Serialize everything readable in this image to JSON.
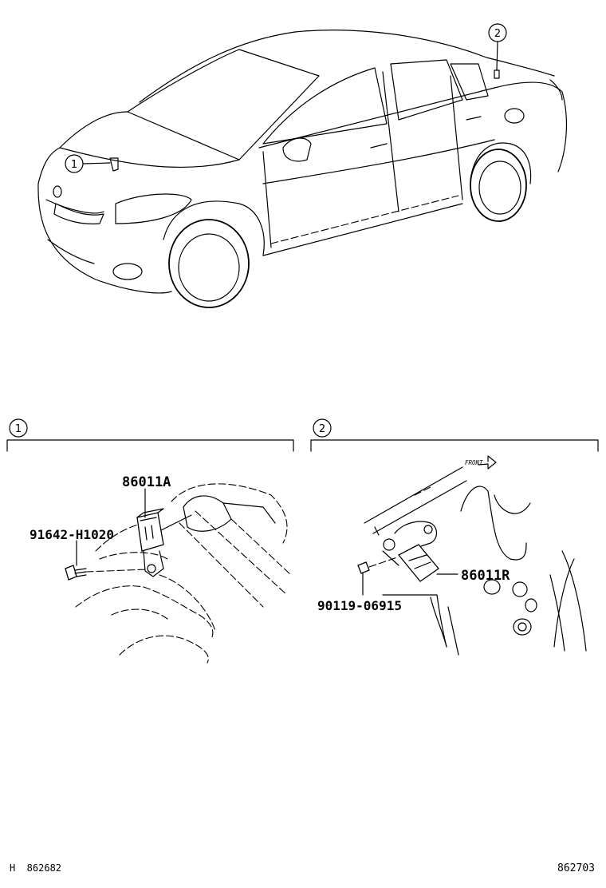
{
  "callouts": {
    "one": "1",
    "two": "2"
  },
  "sections": [
    {
      "callout": "1",
      "parts": {
        "sensor": "86011A",
        "bolt": "91642-H1020"
      }
    },
    {
      "callout": "2",
      "parts": {
        "sensor": "86011R",
        "bolt": "90119-06915"
      },
      "direction": "FRONT"
    }
  ],
  "footer": {
    "left_code": "H  862682",
    "right_code": "862703"
  }
}
